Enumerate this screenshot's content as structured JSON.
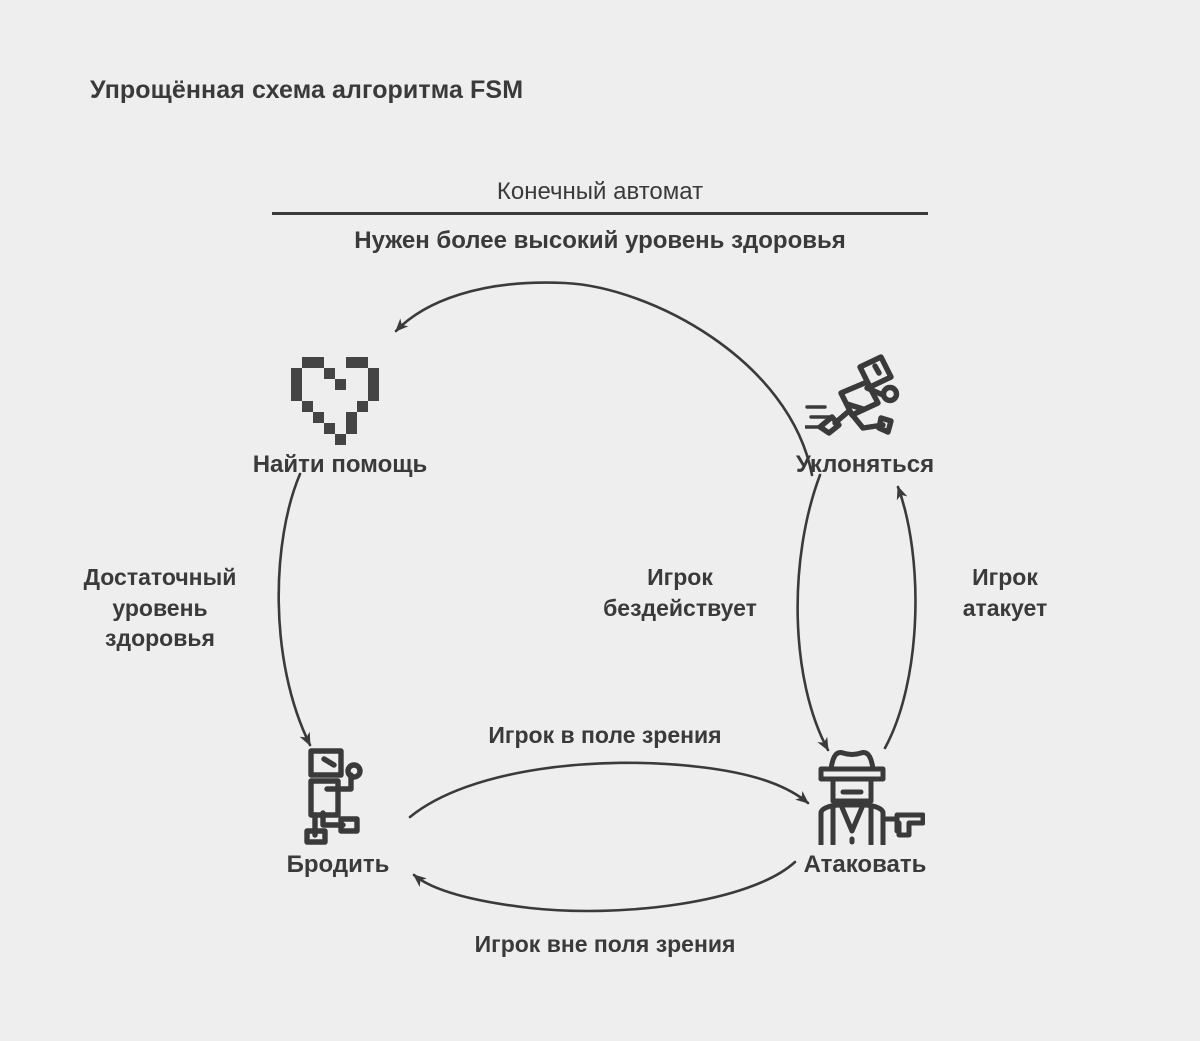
{
  "page": {
    "title": "Упрощённая схема алгоритма FSM",
    "background_color": "#eeeeee",
    "ink_color": "#3a3a3a"
  },
  "fsm": {
    "heading": "Конечный автомат",
    "subheading": "Нужен более высокий уровень здоровья"
  },
  "nodes": [
    {
      "id": "find-help",
      "label": "Найти помощь",
      "icon": "pixel-heart-icon"
    },
    {
      "id": "evade",
      "label": "Уклоняться",
      "icon": "running-person-icon"
    },
    {
      "id": "wander",
      "label": "Бродить",
      "icon": "walking-person-icon"
    },
    {
      "id": "attack",
      "label": "Атаковать",
      "icon": "gangster-with-gun-icon"
    }
  ],
  "edges": [
    {
      "id": "evade-to-find-help",
      "from": "Уклоняться",
      "to": "Найти помощь",
      "label": "Нужен более высокий уровень здоровья"
    },
    {
      "id": "find-help-to-wander",
      "from": "Найти помощь",
      "to": "Бродить",
      "label": "Достаточный\nуровень\nздоровья",
      "label_line1": "Достаточный",
      "label_line2": "уровень",
      "label_line3": "здоровья"
    },
    {
      "id": "evade-to-attack",
      "from": "Уклоняться",
      "to": "Атаковать",
      "label_line1": "Игрок",
      "label_line2": "бездействует"
    },
    {
      "id": "attack-to-evade",
      "from": "Атаковать",
      "to": "Уклоняться",
      "label_line1": "Игрок",
      "label_line2": "атакует"
    },
    {
      "id": "wander-to-attack",
      "from": "Бродить",
      "to": "Атаковать",
      "label": "Игрок в поле зрения"
    },
    {
      "id": "attack-to-wander",
      "from": "Атаковать",
      "to": "Бродить",
      "label": "Игрок вне поля зрения"
    }
  ]
}
